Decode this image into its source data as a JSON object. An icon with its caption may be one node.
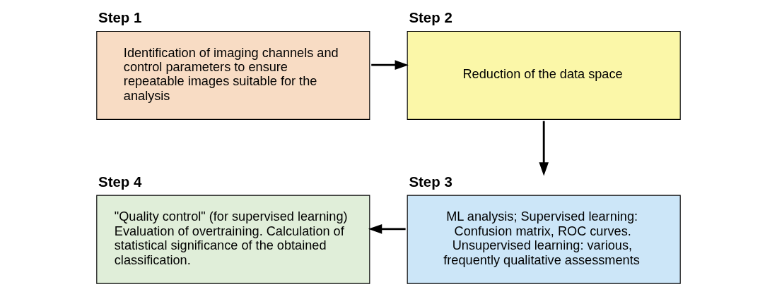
{
  "diagram": {
    "nodes": [
      {
        "text": [
          "Step 1",
          "Identification of imaging channels and control parameters to ensure repeatable images suitable for the analysis"
        ]
      },
      {
        "text": [
          "Step 2",
          "Reduction of the data space"
        ]
      },
      {
        "text": [
          "Step 3",
          "ML analysis; Supervised learning: Confusion matrix, ROC curves. Unsupervised learning: various, frequently qualitative assessments"
        ]
      },
      {
        "text": [
          "Step 4",
          "\"Quality control\" (for supervised learning) Evaluation of overtraining. Calculation of statistical significance of the obtained classification."
        ]
      }
    ],
    "edges": [
      {
        "from": 0,
        "to": 1,
        "arrow": "to"
      },
      {
        "from": 1,
        "to": 2,
        "arrow": "to"
      },
      {
        "from": 2,
        "to": 3,
        "arrow": "to"
      }
    ]
  }
}
